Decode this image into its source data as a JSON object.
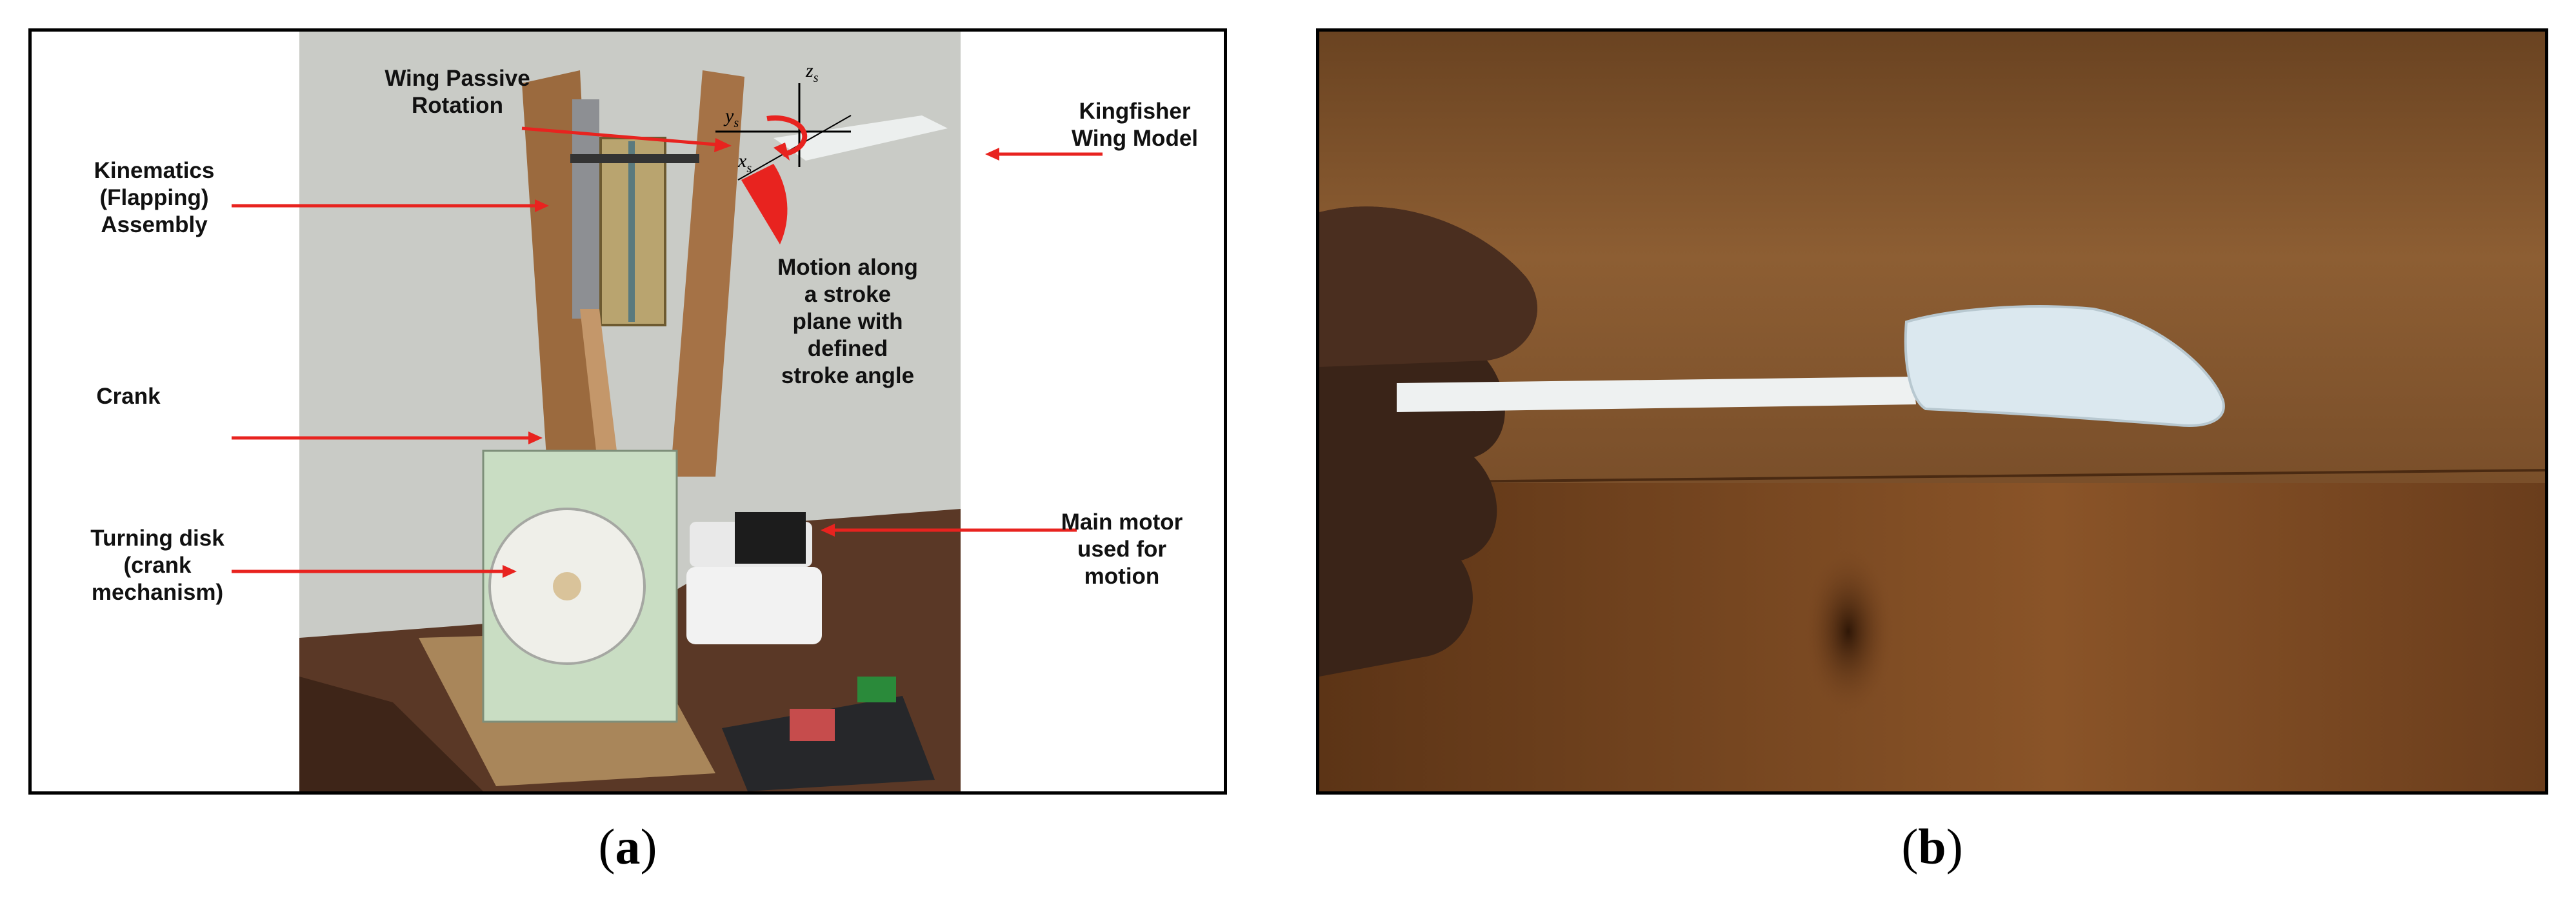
{
  "panel_a": {
    "caption": "a",
    "labels": {
      "wing_passive_rotation": "Wing Passive\nRotation",
      "kingfisher_wing_model": "Kingfisher\nWing Model",
      "kinematics_assembly": "Kinematics\n(Flapping)\nAssembly",
      "motion_stroke_plane": "Motion along\na stroke\nplane with\ndefined\nstroke angle",
      "crank": "Crank",
      "turning_disk": "Turning disk\n(crank\nmechanism)",
      "main_motor": "Main motor\nused for\nmotion"
    },
    "axes": {
      "z": "z",
      "y": "y",
      "x": "x",
      "subscript": "s"
    }
  },
  "panel_b": {
    "caption": "b"
  },
  "colors": {
    "arrow": "#e8231f",
    "frame": "#000000"
  }
}
